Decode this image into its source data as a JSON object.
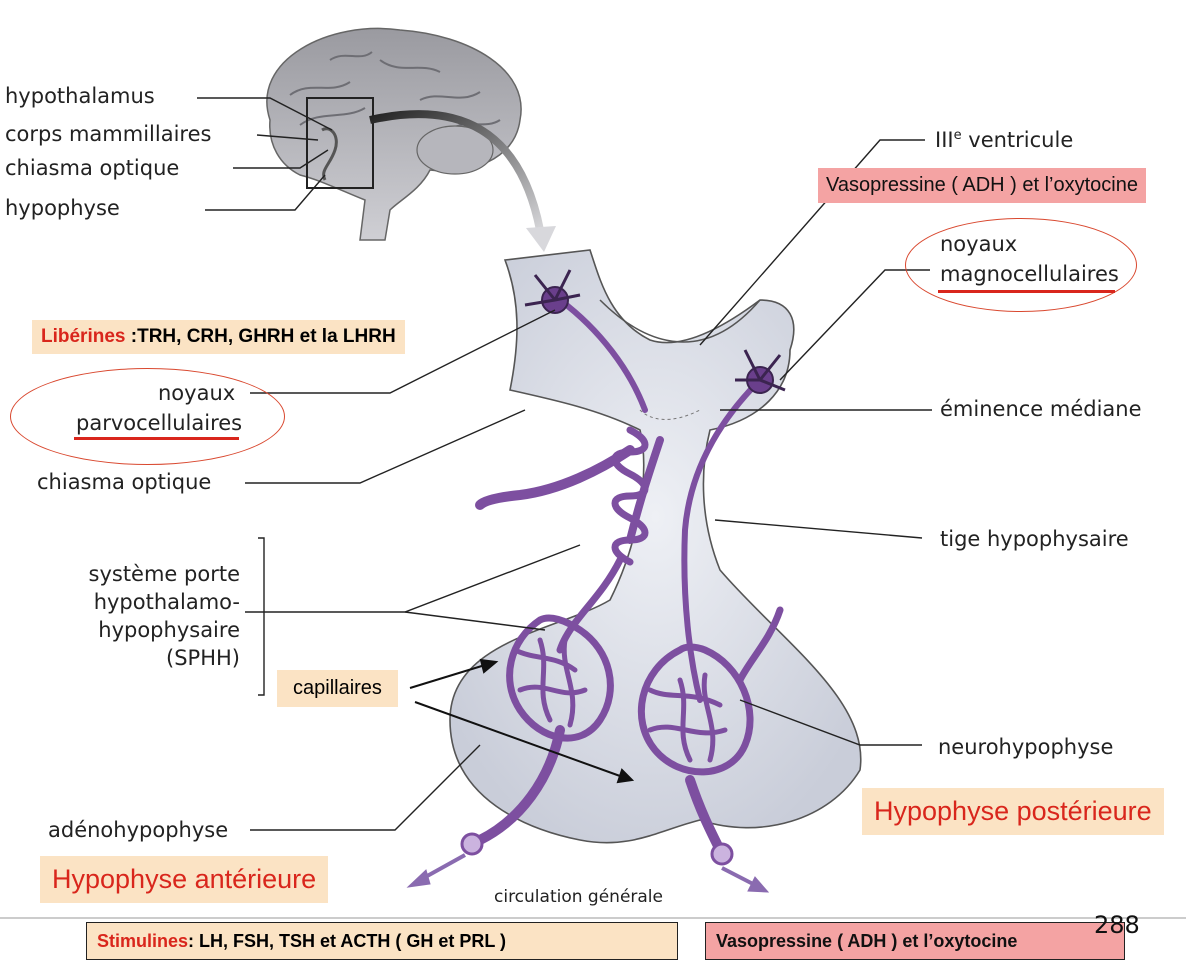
{
  "labels": {
    "hypothalamus": "hypothalamus",
    "corps_mammillaires": "corps mammillaires",
    "chiasma_optique_top": "chiasma optique",
    "hypophyse": "hypophyse",
    "ventricule_prefix": "III",
    "ventricule_sup": "e",
    "ventricule_suffix": " ventricule",
    "noyaux_magno_1": "noyaux",
    "noyaux_magno_2": "magnocellulaires",
    "noyaux_parvo_1": "noyaux",
    "noyaux_parvo_2": "parvocellulaires",
    "eminence_mediane": "éminence médiane",
    "chiasma_optique": "chiasma optique",
    "tige_hypophysaire": "tige hypophysaire",
    "systeme_porte_1": "système porte",
    "systeme_porte_2": "hypothalamo-",
    "systeme_porte_3": "hypophysaire",
    "systeme_porte_4": "(SPHH)",
    "neurohypophyse": "neurohypophyse",
    "adenohypophyse": "adénohypophyse",
    "circulation_generale": "circulation générale",
    "page_number": "288"
  },
  "boxes": {
    "vasopressine_top": "Vasopressine  ( ADH ) et l’oxytocine",
    "liberines_title": "Libérines",
    "liberines_text": " :TRH, CRH, GHRH et la LHRH",
    "capillaires": "capillaires",
    "hypophyse_posterieure": "Hypophyse postérieure",
    "hypophyse_anterieure": "Hypophyse antérieure",
    "stimulines_title": "Stimulines",
    "stimulines_text": ": LH, FSH, TSH  et ACTH   ( GH et PRL )",
    "vasopressine_bottom": "Vasopressine  ( ADH ) et l’oxytocine"
  },
  "colors": {
    "pink_box": "#f4a3a3",
    "beige_box": "#fbe3c4",
    "red_text": "#d9261c",
    "vessel": "#7d4fa0",
    "gland": "#dcdfe8"
  }
}
